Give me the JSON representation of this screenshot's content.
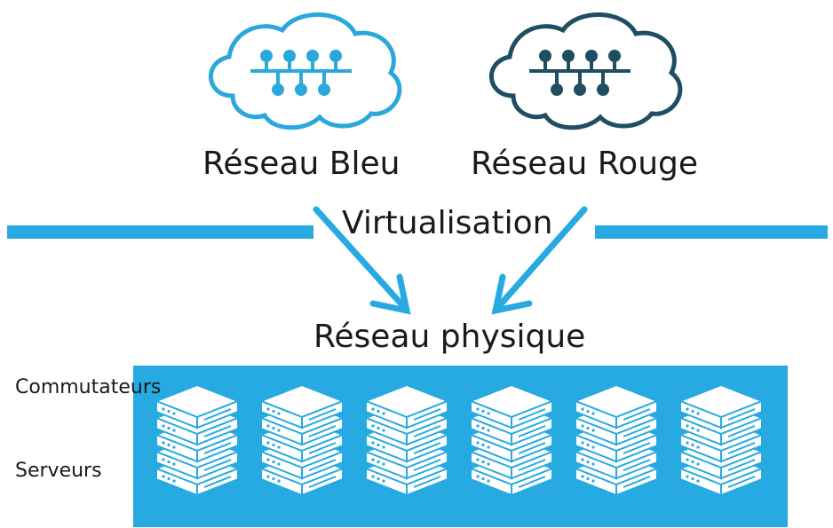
{
  "networks": [
    {
      "label": "Réseau Bleu",
      "color": "#2aa8dc",
      "icon": "network-cloud-icon"
    },
    {
      "label": "Réseau Rouge",
      "color": "#1f4e63",
      "icon": "network-cloud-icon"
    }
  ],
  "virtualisation_label": "Virtualisation",
  "physical_label": "Réseau physique",
  "row_labels": {
    "switches": "Commutateurs",
    "servers": "Serveurs"
  },
  "rack_count": 6,
  "rack_icon": "server-stack-icon",
  "colors": {
    "accent": "#27a9e1",
    "dark": "#1f4e63",
    "text": "#1a1a1a"
  }
}
